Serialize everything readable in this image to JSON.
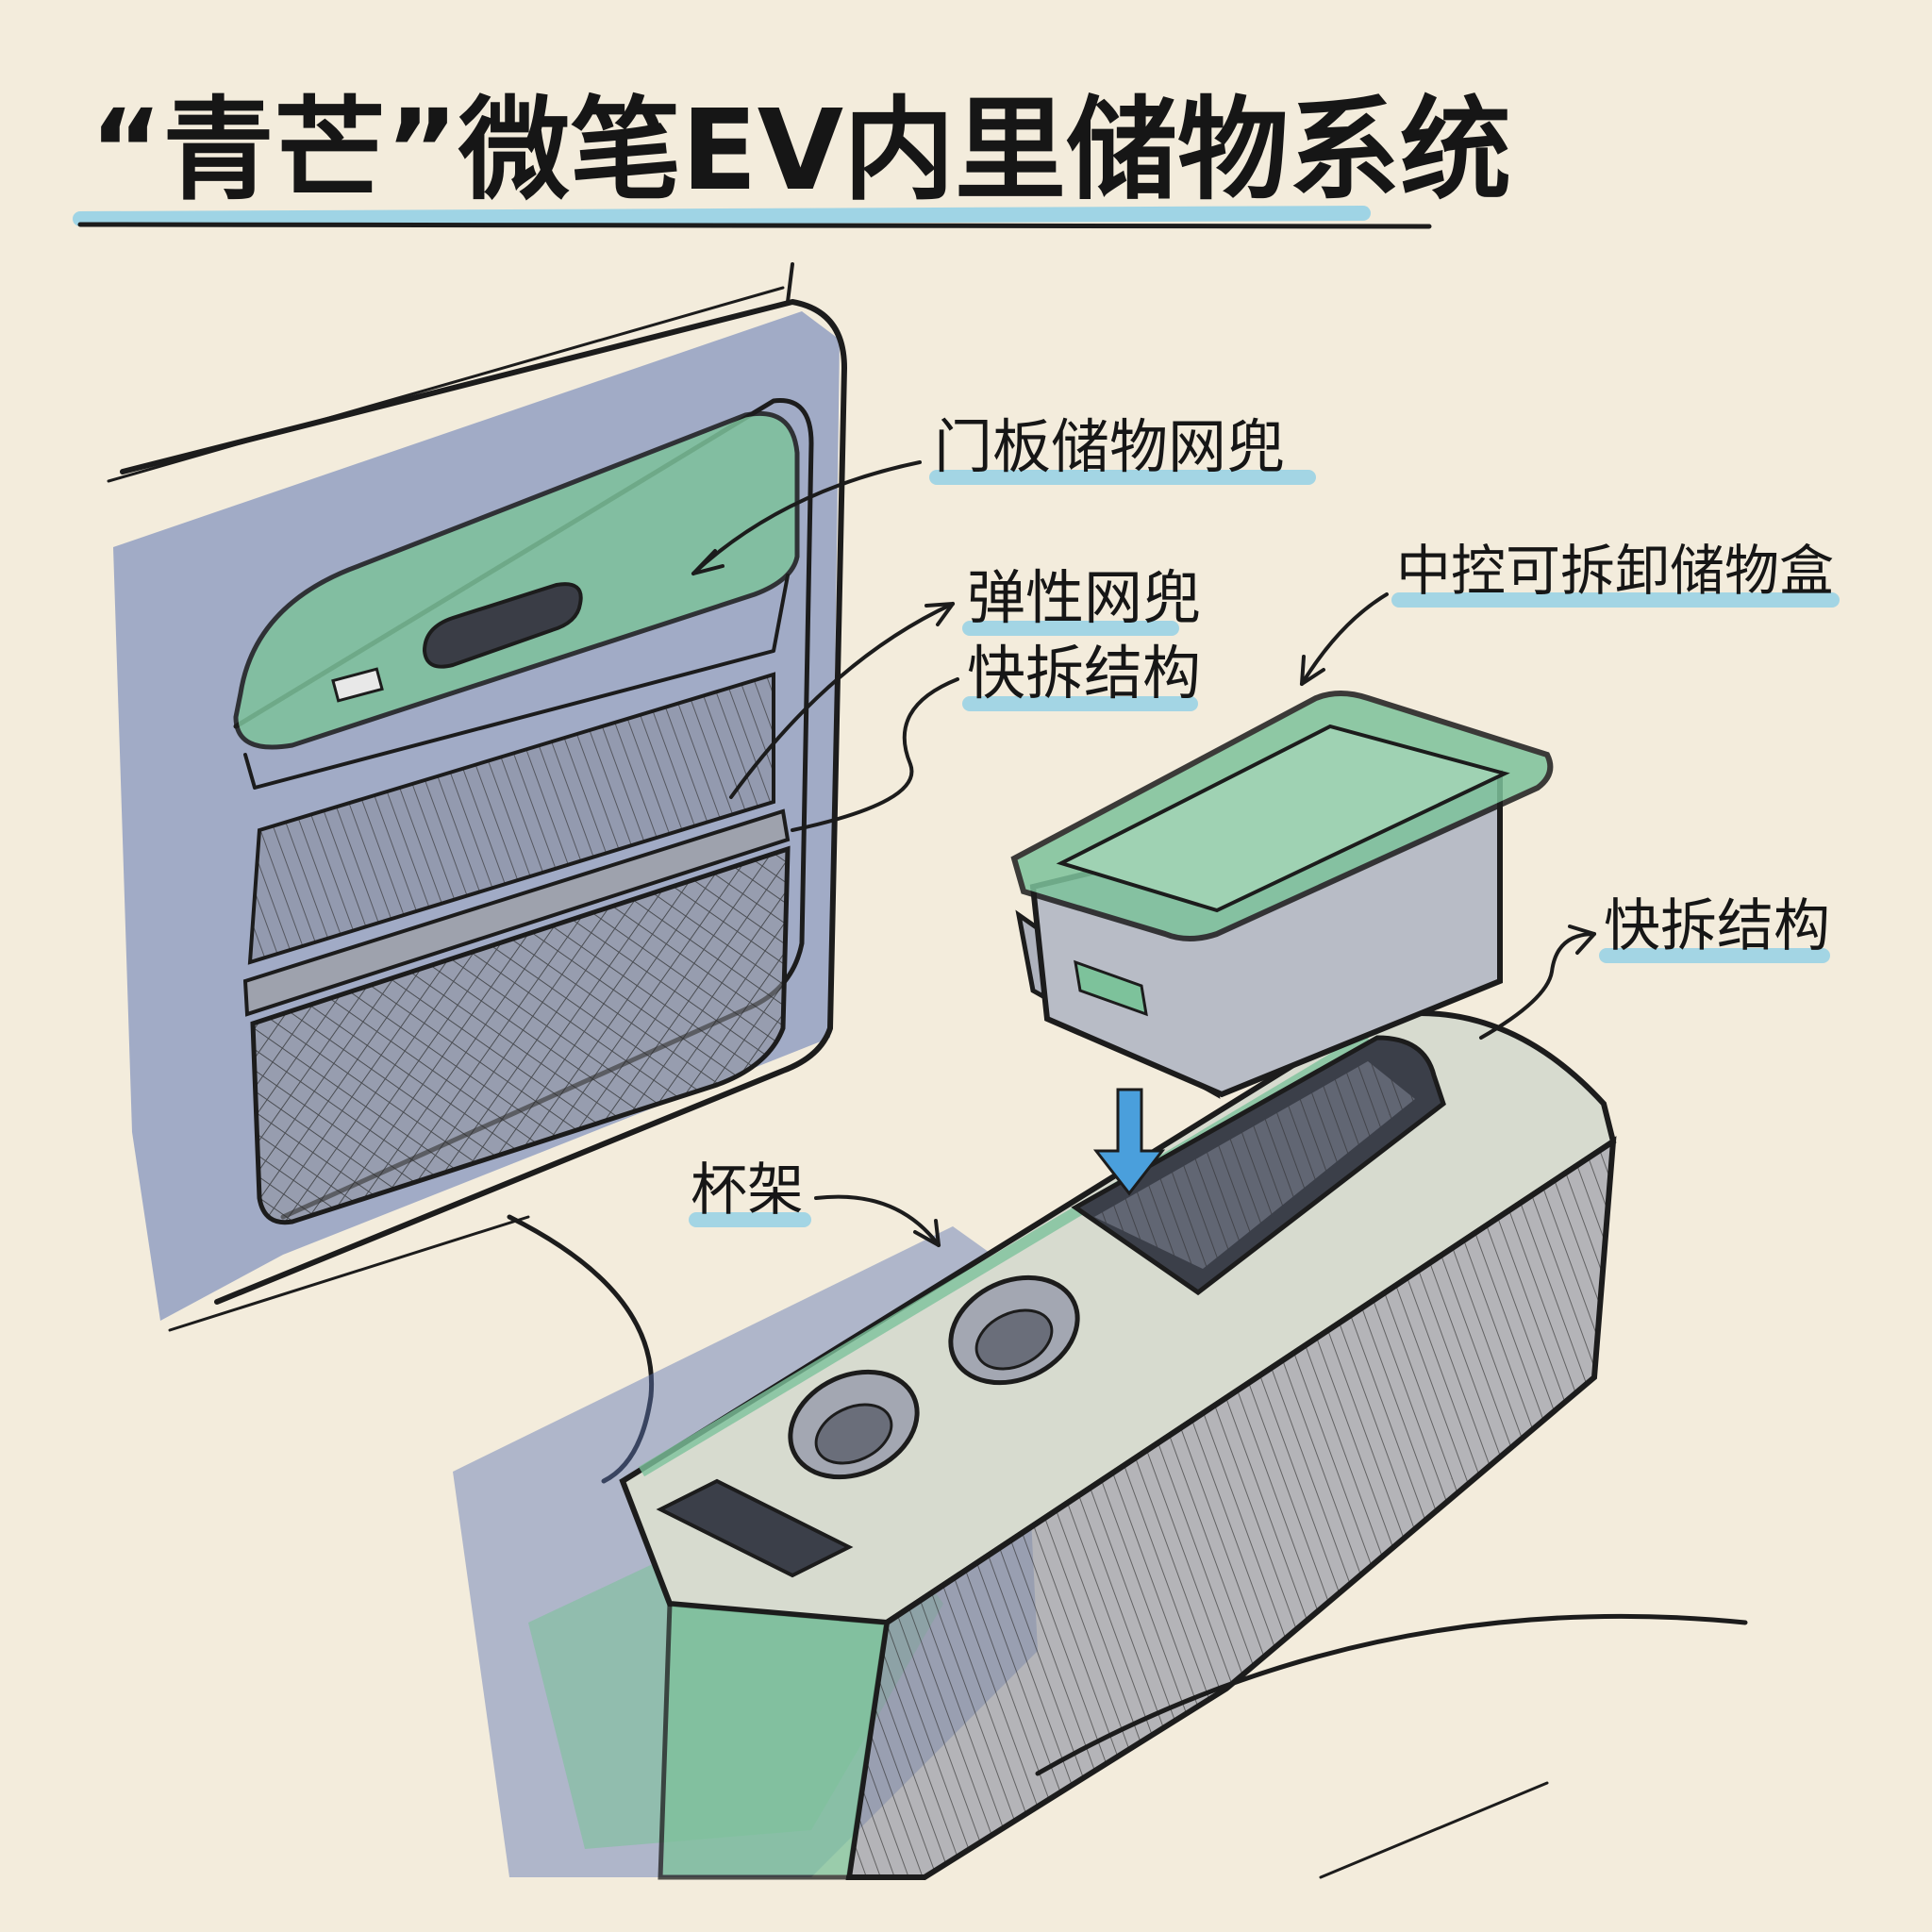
{
  "title": "“青芒”微笔EV内里储物系统",
  "labels": {
    "door_net": "门板储物网兜",
    "elastic_net": "弹性网兜",
    "quick_release_door": "快拆结构",
    "center_box": "中控可拆卸储物盒",
    "quick_release_console": "快拆结构",
    "cup_holder": "杯架"
  },
  "colors": {
    "paper": "#f3ecdc",
    "ink": "#1c1c1c",
    "marker_blue": "#5d76b4",
    "marker_green": "#7dc29b",
    "marker_gray": "#9ea2ad",
    "highlight_cyan": "#8fd0e6",
    "arrow_blue": "#4a9fdc"
  }
}
